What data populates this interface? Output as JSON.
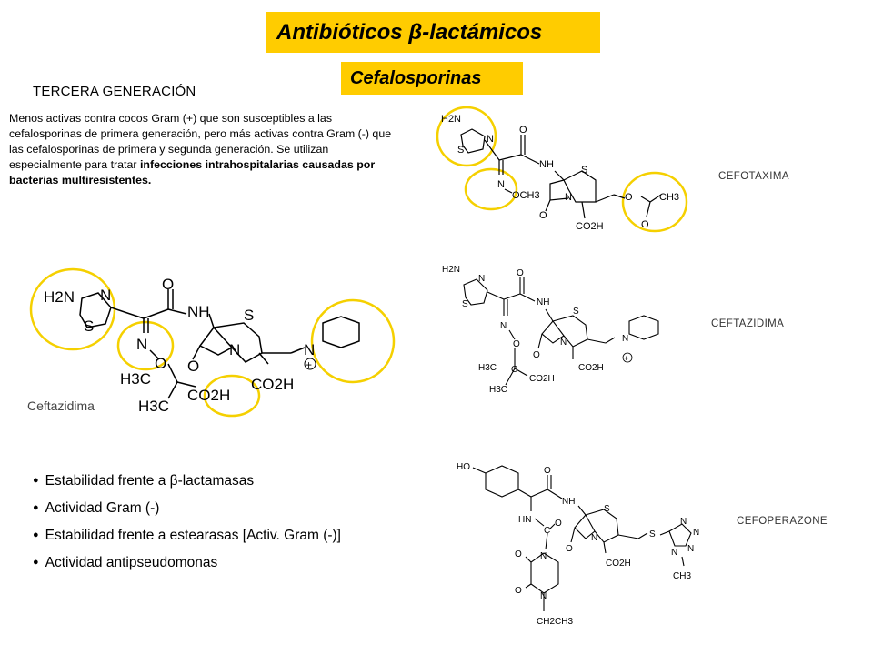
{
  "header": {
    "title": "Antibióticos β-lactámicos",
    "subtitle": "Cefalosporinas"
  },
  "section": {
    "generation": "TERCERA GENERACIÓN",
    "description_normal": "Menos activas contra cocos Gram (+) que son susceptibles a las cefalosporinas de primera generación, pero más activas contra Gram (-) que las cefalosporinas de primera y segunda generación. Se utilizan especialmente para tratar ",
    "description_bold": "infecciones intrahospitalarias causadas por bacterias multiresistentes."
  },
  "bullets": [
    "Estabilidad frente a β-lactamasas",
    "Actividad Gram (-)",
    "Estabilidad frente a estearasas [Activ. Gram (-)]",
    "Actividad antipseudomonas"
  ],
  "structures": {
    "cefotaxima": {
      "name": "CEFOTAXIMA",
      "atoms": {
        "h2n": "H2N",
        "n1": "N",
        "s1": "S",
        "o1": "O",
        "nh": "NH",
        "s2": "S",
        "n2": "N",
        "och3": "OCH3",
        "n3": "N",
        "o2": "O",
        "co2h": "CO2H",
        "o3": "O",
        "ch3": "CH3",
        "o4": "O"
      }
    },
    "ceftazidima_large": {
      "name": "Ceftazidima",
      "atoms": {
        "h2n": "H2N",
        "n1": "N",
        "s1": "S",
        "o1": "O",
        "nh": "NH",
        "s2": "S",
        "n2": "N",
        "o2": "O",
        "h3c1": "H3C",
        "n3": "N",
        "o3": "O",
        "co2h1": "CO2H",
        "h3c2": "H3C",
        "co2h2": "CO2H",
        "npy": "N",
        "plus": "+"
      }
    },
    "ceftazidima": {
      "name": "CEFTAZIDIMA",
      "atoms": {
        "h2n": "H2N",
        "n1": "N",
        "s1": "S",
        "o1": "O",
        "nh": "NH",
        "s2": "S",
        "n2": "N",
        "o2": "O",
        "h3c1": "H3C",
        "c": "C",
        "n3": "N",
        "o3": "O",
        "co2h1": "CO2H",
        "h3c2": "H3C",
        "co2h2": "CO2H",
        "npy": "N",
        "plus": "+"
      }
    },
    "cefoperazone": {
      "name": "CEFOPERAZONE",
      "atoms": {
        "ho": "HO",
        "o1": "O",
        "nh": "NH",
        "hn": "HN",
        "c": "C",
        "o2": "O",
        "s1": "S",
        "n1": "N",
        "o3": "O",
        "s2": "S",
        "co2h": "CO2H",
        "o4": "O",
        "n2": "N",
        "o5": "O",
        "n3": "N",
        "ch2ch3": "CH2CH3",
        "tn1": "N",
        "tn2": "N",
        "tn3": "N",
        "tn4": "N",
        "ch3": "CH3"
      }
    }
  },
  "colors": {
    "accent": "#ffcc00",
    "circle": "#f5d000"
  }
}
